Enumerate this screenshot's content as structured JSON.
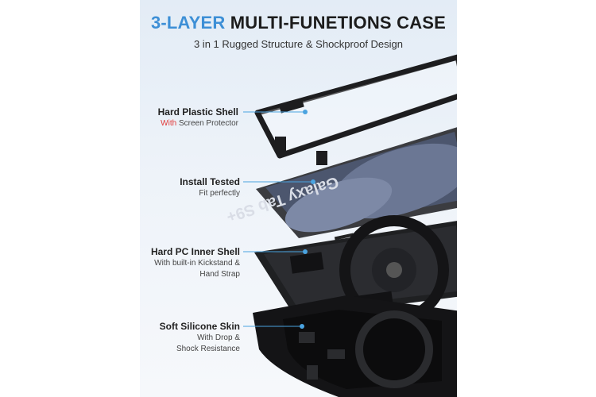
{
  "header": {
    "title_accent": "3-LAYER",
    "title_rest": "MULTI-FUNETIONS CASE",
    "subtitle": "3 in 1 Rugged Structure & Shockproof Design"
  },
  "colors": {
    "accent": "#3d8fd6",
    "highlight": "#e23a3a",
    "case_black": "#1d1d1f",
    "pointer_blue": "#4aa3e0"
  },
  "layers": [
    {
      "title": "Hard Plastic Shell",
      "desc_highlight": "With",
      "desc_rest": "Screen Protector"
    },
    {
      "title": "Install Tested",
      "desc": "Fit perfectly"
    },
    {
      "title": "Hard PC Inner Shell",
      "desc_line1": "With built-in Kickstand &",
      "desc_line2": "Hand Strap"
    },
    {
      "title": "Soft Silicone Skin",
      "desc_line1": "With Drop &",
      "desc_line2": "Shock Resistance"
    }
  ]
}
